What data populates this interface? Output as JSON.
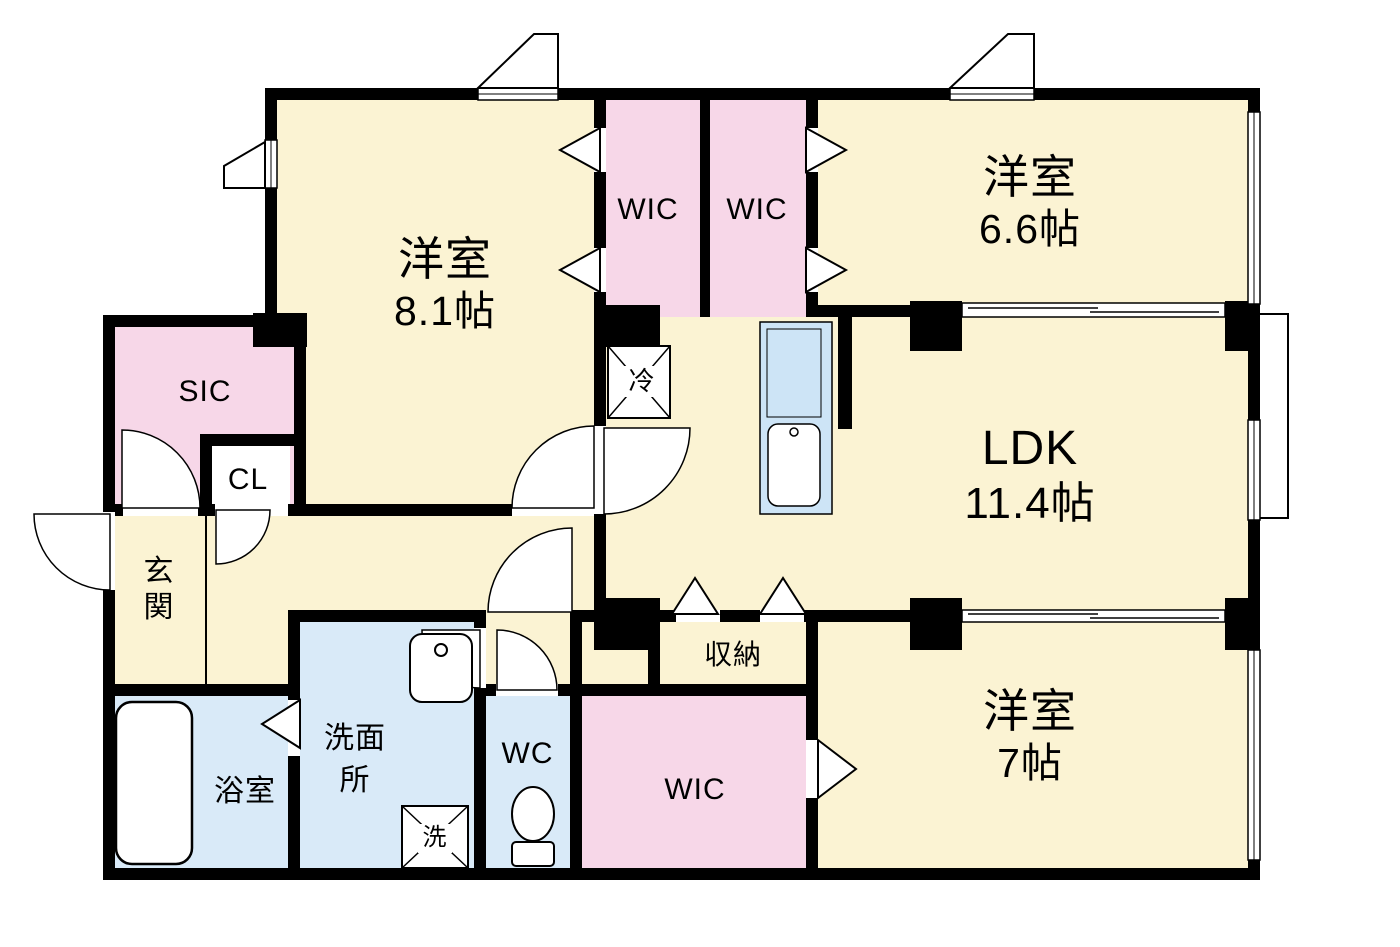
{
  "rooms": {
    "west_room_8_1": {
      "label": "洋室",
      "size": "8.1帖"
    },
    "wic_top_left": {
      "label": "WIC"
    },
    "wic_top_right": {
      "label": "WIC"
    },
    "west_room_6_6": {
      "label": "洋室",
      "size": "6.6帖"
    },
    "sic": {
      "label": "SIC"
    },
    "cl": {
      "label": "CL"
    },
    "genkan": {
      "line1": "玄",
      "line2": "関",
      "full": "玄関"
    },
    "ldk": {
      "label": "LDK",
      "size": "11.4帖"
    },
    "fridge": {
      "label": "冷"
    },
    "storage": {
      "label": "収納"
    },
    "bath": {
      "label": "浴室"
    },
    "washroom": {
      "line1": "洗面",
      "line2": "所",
      "full": "洗面所"
    },
    "washer": {
      "label": "洗"
    },
    "wc": {
      "label": "WC"
    },
    "wic_bottom": {
      "label": "WIC"
    },
    "west_room_7": {
      "label": "洋室",
      "size": "7帖"
    }
  },
  "colors": {
    "floor": "#FBF3D3",
    "closet": "#F7D7E8",
    "wet_area": "#D9EAF8",
    "kitchen": "#CDE4F6",
    "wall": "#000000"
  }
}
